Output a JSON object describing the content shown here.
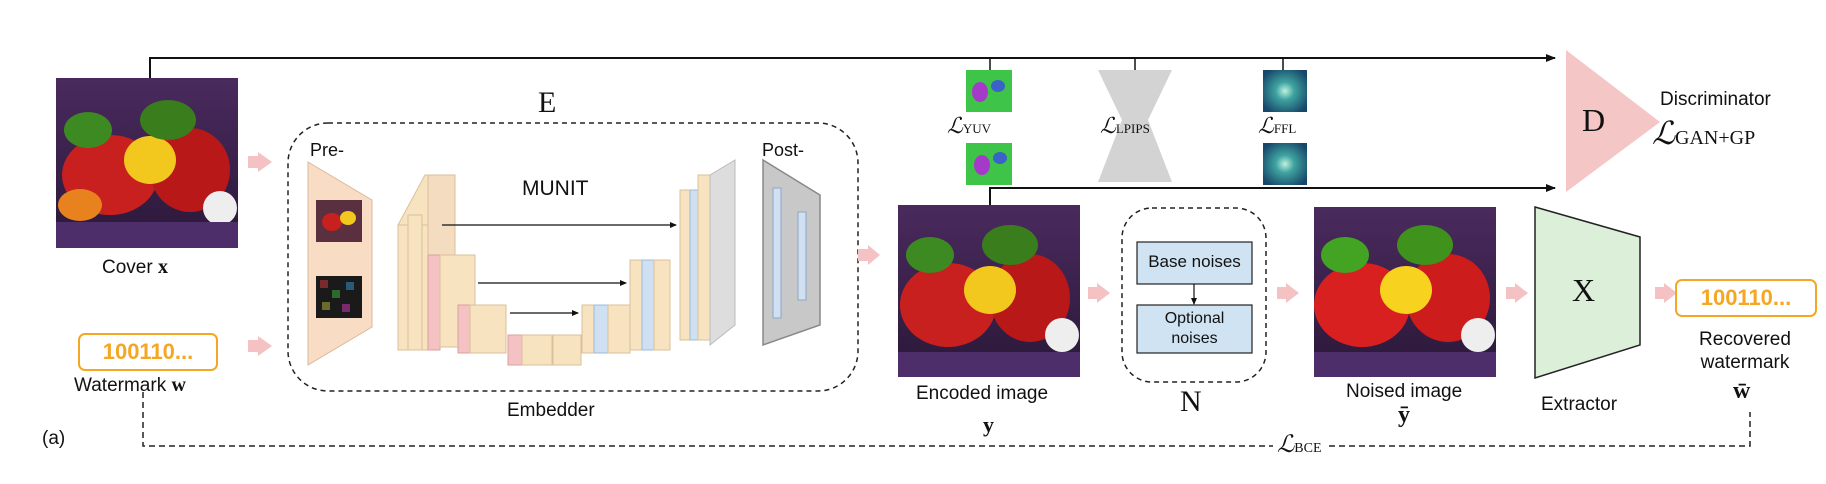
{
  "embedder": {
    "letter": "E",
    "pre_label": "Pre-",
    "post_label": "Post-",
    "munit_label": "MUNIT",
    "caption": "Embedder"
  },
  "inputs": {
    "cover_label": "Cover",
    "cover_symbol": "x",
    "watermark_label": "Watermark",
    "watermark_symbol": "w",
    "watermark_bits": "100110..."
  },
  "encoded": {
    "caption": "Encoded image",
    "symbol": "y"
  },
  "noise": {
    "letter": "N",
    "base_label": "Base noises",
    "optional_label": "Optional noises"
  },
  "noised": {
    "caption": "Noised image",
    "symbol": "ȳ"
  },
  "extractor": {
    "letter": "X",
    "caption": "Extractor"
  },
  "output": {
    "bits": "100110...",
    "caption_line1": "Recovered",
    "caption_line2": "watermark",
    "symbol": "w̄"
  },
  "discriminator": {
    "letter": "D",
    "caption": "Discriminator",
    "loss_main": "ℒ",
    "loss_sub": "GAN+GP"
  },
  "losses": {
    "yuv_main": "ℒ",
    "yuv_sub": "YUV",
    "lpips_main": "ℒ",
    "lpips_sub": "LPIPS",
    "ffl_main": "ℒ",
    "ffl_sub": "FFL",
    "bce_main": "ℒ",
    "bce_sub": "BCE"
  },
  "panel_label": "(a)",
  "colors": {
    "arrow_pink": "#f4c2c2",
    "pre_fill": "#f9dcc4",
    "block_tan": "#f8e3c0",
    "block_pink": "#f4c2c2",
    "block_blue": "#cfe0f3",
    "post_gray": "#c8c8c8",
    "noise_blue": "#cfe3f3",
    "extractor_green": "#dcefd9",
    "disc_pink": "#f4c6c6",
    "bits_orange": "#f5a623"
  }
}
